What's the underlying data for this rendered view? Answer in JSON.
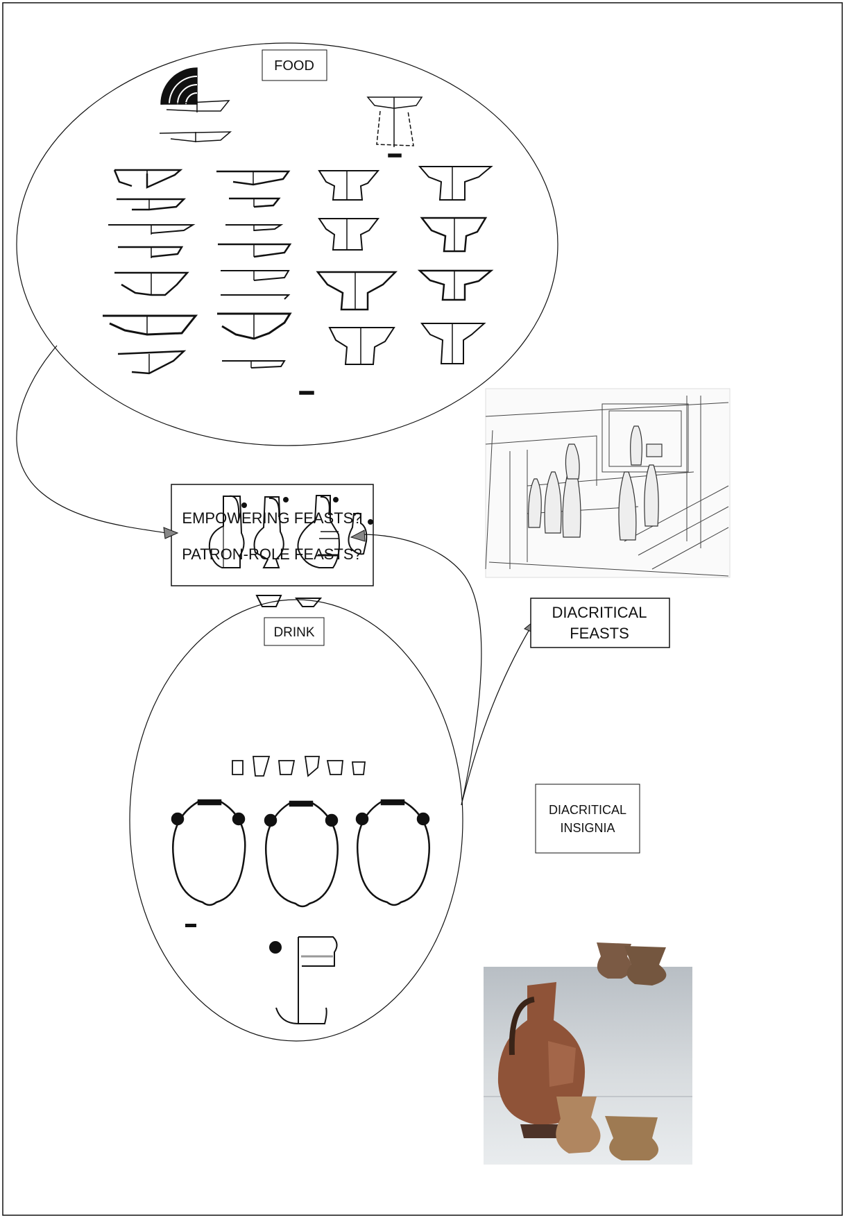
{
  "labels": {
    "food": "FOOD",
    "drink": "DRINK",
    "feasts_line1": "EMPOWERING FEASTS?",
    "feasts_line2": "PATRON-ROLE FEASTS?",
    "diacritical_feasts_line1": "DIACRITICAL",
    "diacritical_feasts_line2": "FEASTS",
    "insignia_line1": "DIACRITICAL",
    "insignia_line2": "INSIGNIA"
  },
  "icons": {
    "food_vessels": "pottery-profile-drawing",
    "drink_vessels": "pottery-profile-drawing",
    "feast_scene": "pencil-sketch-feast-scene",
    "vessel_photo": "ceramic-vessels-photo"
  },
  "colors": {
    "stroke": "#111111",
    "background": "#ffffff",
    "photo_backdrop": "#cfd3d6",
    "terracotta": "#9b5a3c"
  }
}
